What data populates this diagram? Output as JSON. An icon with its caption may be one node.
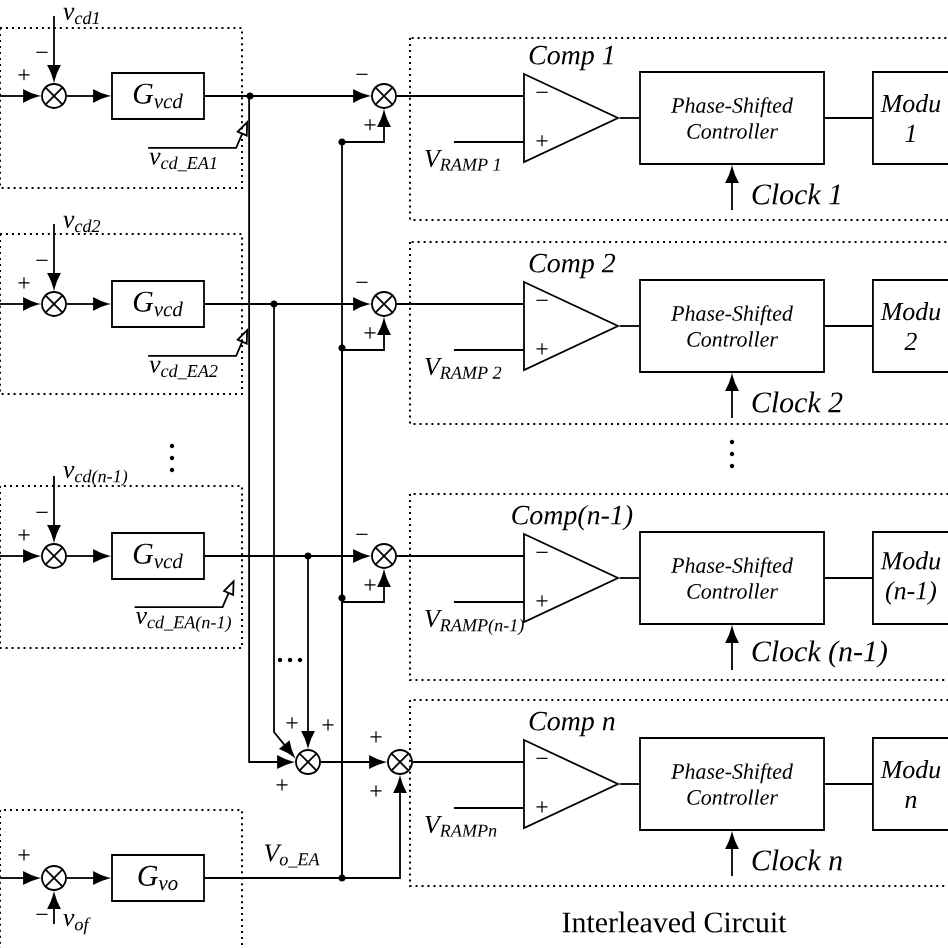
{
  "diagram": {
    "nodes": [
      {
        "text": [
          "v$_{cd1}$"
        ]
      },
      {
        "text": [],
        "shape": "circle"
      },
      {
        "text": [
          "G$_{vcd}$"
        ]
      },
      {
        "text": [
          "v$_{cd_EA1}$"
        ]
      },
      {
        "text": [
          "v$_{cd2}$"
        ]
      },
      {
        "text": [],
        "shape": "circle"
      },
      {
        "text": [
          "G$_{vcd}$"
        ]
      },
      {
        "text": [
          "v$_{cd_EA2}$"
        ]
      },
      {
        "text": [
          "v$_{cd(n-1)}$"
        ]
      },
      {
        "text": [],
        "shape": "circle"
      },
      {
        "text": [
          "G$_{vcd}$"
        ]
      },
      {
        "text": [
          "v$_{cd_EA(n-1)}$"
        ]
      },
      {
        "text": [],
        "shape": "circle"
      },
      {
        "text": [
          "G$_{vo}$"
        ]
      },
      {
        "text": [
          "v$_{of}$"
        ]
      },
      {
        "text": [],
        "shape": "circle"
      },
      {
        "text": [],
        "shape": "circle"
      },
      {
        "text": [
          "Comp 1"
        ]
      },
      {
        "text": [
          "V$_{RAMP 1}$"
        ]
      },
      {
        "text": [
          "Phase-Shifted Controller"
        ]
      },
      {
        "text": [
          "Modu",
          "1"
        ]
      },
      {
        "text": [
          "Clock 1"
        ]
      },
      {
        "text": [],
        "shape": "circle"
      },
      {
        "text": [
          "Comp 2"
        ]
      },
      {
        "text": [
          "V$_{RAMP 2}$"
        ]
      },
      {
        "text": [
          "Phase-Shifted Controller"
        ]
      },
      {
        "text": [
          "Modu",
          "2"
        ]
      },
      {
        "text": [
          "Clock 2"
        ]
      },
      {
        "text": [],
        "shape": "circle"
      },
      {
        "text": [
          "Comp(n-1)"
        ]
      },
      {
        "text": [
          "V$_{RAMP(n-1)}$"
        ]
      },
      {
        "text": [
          "Phase-Shifted Controller"
        ]
      },
      {
        "text": [
          "Modu",
          "(n-1)"
        ]
      },
      {
        "text": [
          "Clock (n-1)"
        ]
      },
      {
        "text": [],
        "shape": "circle"
      },
      {
        "text": [
          "Comp n"
        ]
      },
      {
        "text": [
          "V$_{RAMPn}$"
        ]
      },
      {
        "text": [
          "Phase-Shifted Controller"
        ]
      },
      {
        "text": [
          "Modu",
          "n"
        ]
      },
      {
        "text": [
          "Clock n"
        ]
      }
    ],
    "edges": [
      {
        "from": null,
        "to": 1,
        "arrow": "to"
      },
      {
        "from": 0,
        "to": 1,
        "arrow": "to"
      },
      {
        "from": 1,
        "to": 2,
        "arrow": "to"
      },
      {
        "from": 3,
        "to": null,
        "arrow": "to"
      },
      {
        "from": 2,
        "to": 16,
        "arrow": "to"
      },
      {
        "from": 2,
        "to": 15,
        "arrow": "to"
      },
      {
        "from": null,
        "to": 5,
        "arrow": "to"
      },
      {
        "from": 4,
        "to": 5,
        "arrow": "to"
      },
      {
        "from": 5,
        "to": 6,
        "arrow": "to"
      },
      {
        "from": 7,
        "to": null,
        "arrow": "to"
      },
      {
        "from": 6,
        "to": 22,
        "arrow": "to"
      },
      {
        "from": 6,
        "to": 15,
        "arrow": "to"
      },
      {
        "from": null,
        "to": 9,
        "arrow": "to"
      },
      {
        "from": 8,
        "to": 9,
        "arrow": "to"
      },
      {
        "from": 9,
        "to": 10,
        "arrow": "to"
      },
      {
        "from": 11,
        "to": null,
        "arrow": "to"
      },
      {
        "from": 10,
        "to": 28,
        "arrow": "to"
      },
      {
        "from": 10,
        "to": 15,
        "arrow": "to"
      },
      {
        "from": null,
        "to": 12,
        "arrow": "to"
      },
      {
        "from": 14,
        "to": 12,
        "arrow": "to"
      },
      {
        "from": 12,
        "to": 13,
        "arrow": "to"
      },
      {
        "from": 13,
        "to": 34,
        "arrow": "to"
      },
      {
        "from": 13,
        "to": 16,
        "arrow": "to"
      },
      {
        "from": 13,
        "to": 22,
        "arrow": "to"
      },
      {
        "from": 13,
        "to": 28,
        "arrow": "to"
      },
      {
        "from": 15,
        "to": 34,
        "arrow": "to"
      },
      {
        "from": 16,
        "to": 17,
        "arrow": "none"
      },
      {
        "from": 18,
        "to": 17,
        "arrow": "none"
      },
      {
        "from": 17,
        "to": 19,
        "arrow": "none"
      },
      {
        "from": 19,
        "to": 20,
        "arrow": "none"
      },
      {
        "from": 21,
        "to": 19,
        "arrow": "to"
      },
      {
        "from": 22,
        "to": 23,
        "arrow": "none"
      },
      {
        "from": 24,
        "to": 23,
        "arrow": "none"
      },
      {
        "from": 23,
        "to": 25,
        "arrow": "none"
      },
      {
        "from": 25,
        "to": 26,
        "arrow": "none"
      },
      {
        "from": 27,
        "to": 25,
        "arrow": "to"
      },
      {
        "from": 28,
        "to": 29,
        "arrow": "none"
      },
      {
        "from": 30,
        "to": 29,
        "arrow": "none"
      },
      {
        "from": 29,
        "to": 31,
        "arrow": "none"
      },
      {
        "from": 31,
        "to": 32,
        "arrow": "none"
      },
      {
        "from": 33,
        "to": 31,
        "arrow": "to"
      },
      {
        "from": 34,
        "to": 35,
        "arrow": "none"
      },
      {
        "from": 36,
        "to": 35,
        "arrow": "none"
      },
      {
        "from": 35,
        "to": 37,
        "arrow": "none"
      },
      {
        "from": 37,
        "to": 38,
        "arrow": "none"
      },
      {
        "from": 39,
        "to": 37,
        "arrow": "to"
      }
    ],
    "labels": [
      "+",
      "−",
      "−",
      "+",
      "−",
      "+",
      "+",
      "−",
      "−",
      "+",
      "−",
      "+",
      "+",
      "−",
      "−",
      "+",
      "−",
      "+",
      "+",
      "+",
      "+",
      "+",
      "+",
      "−",
      "+",
      "V$_{o_EA}$",
      "+",
      "−",
      "Interleaved Circuit"
    ]
  }
}
